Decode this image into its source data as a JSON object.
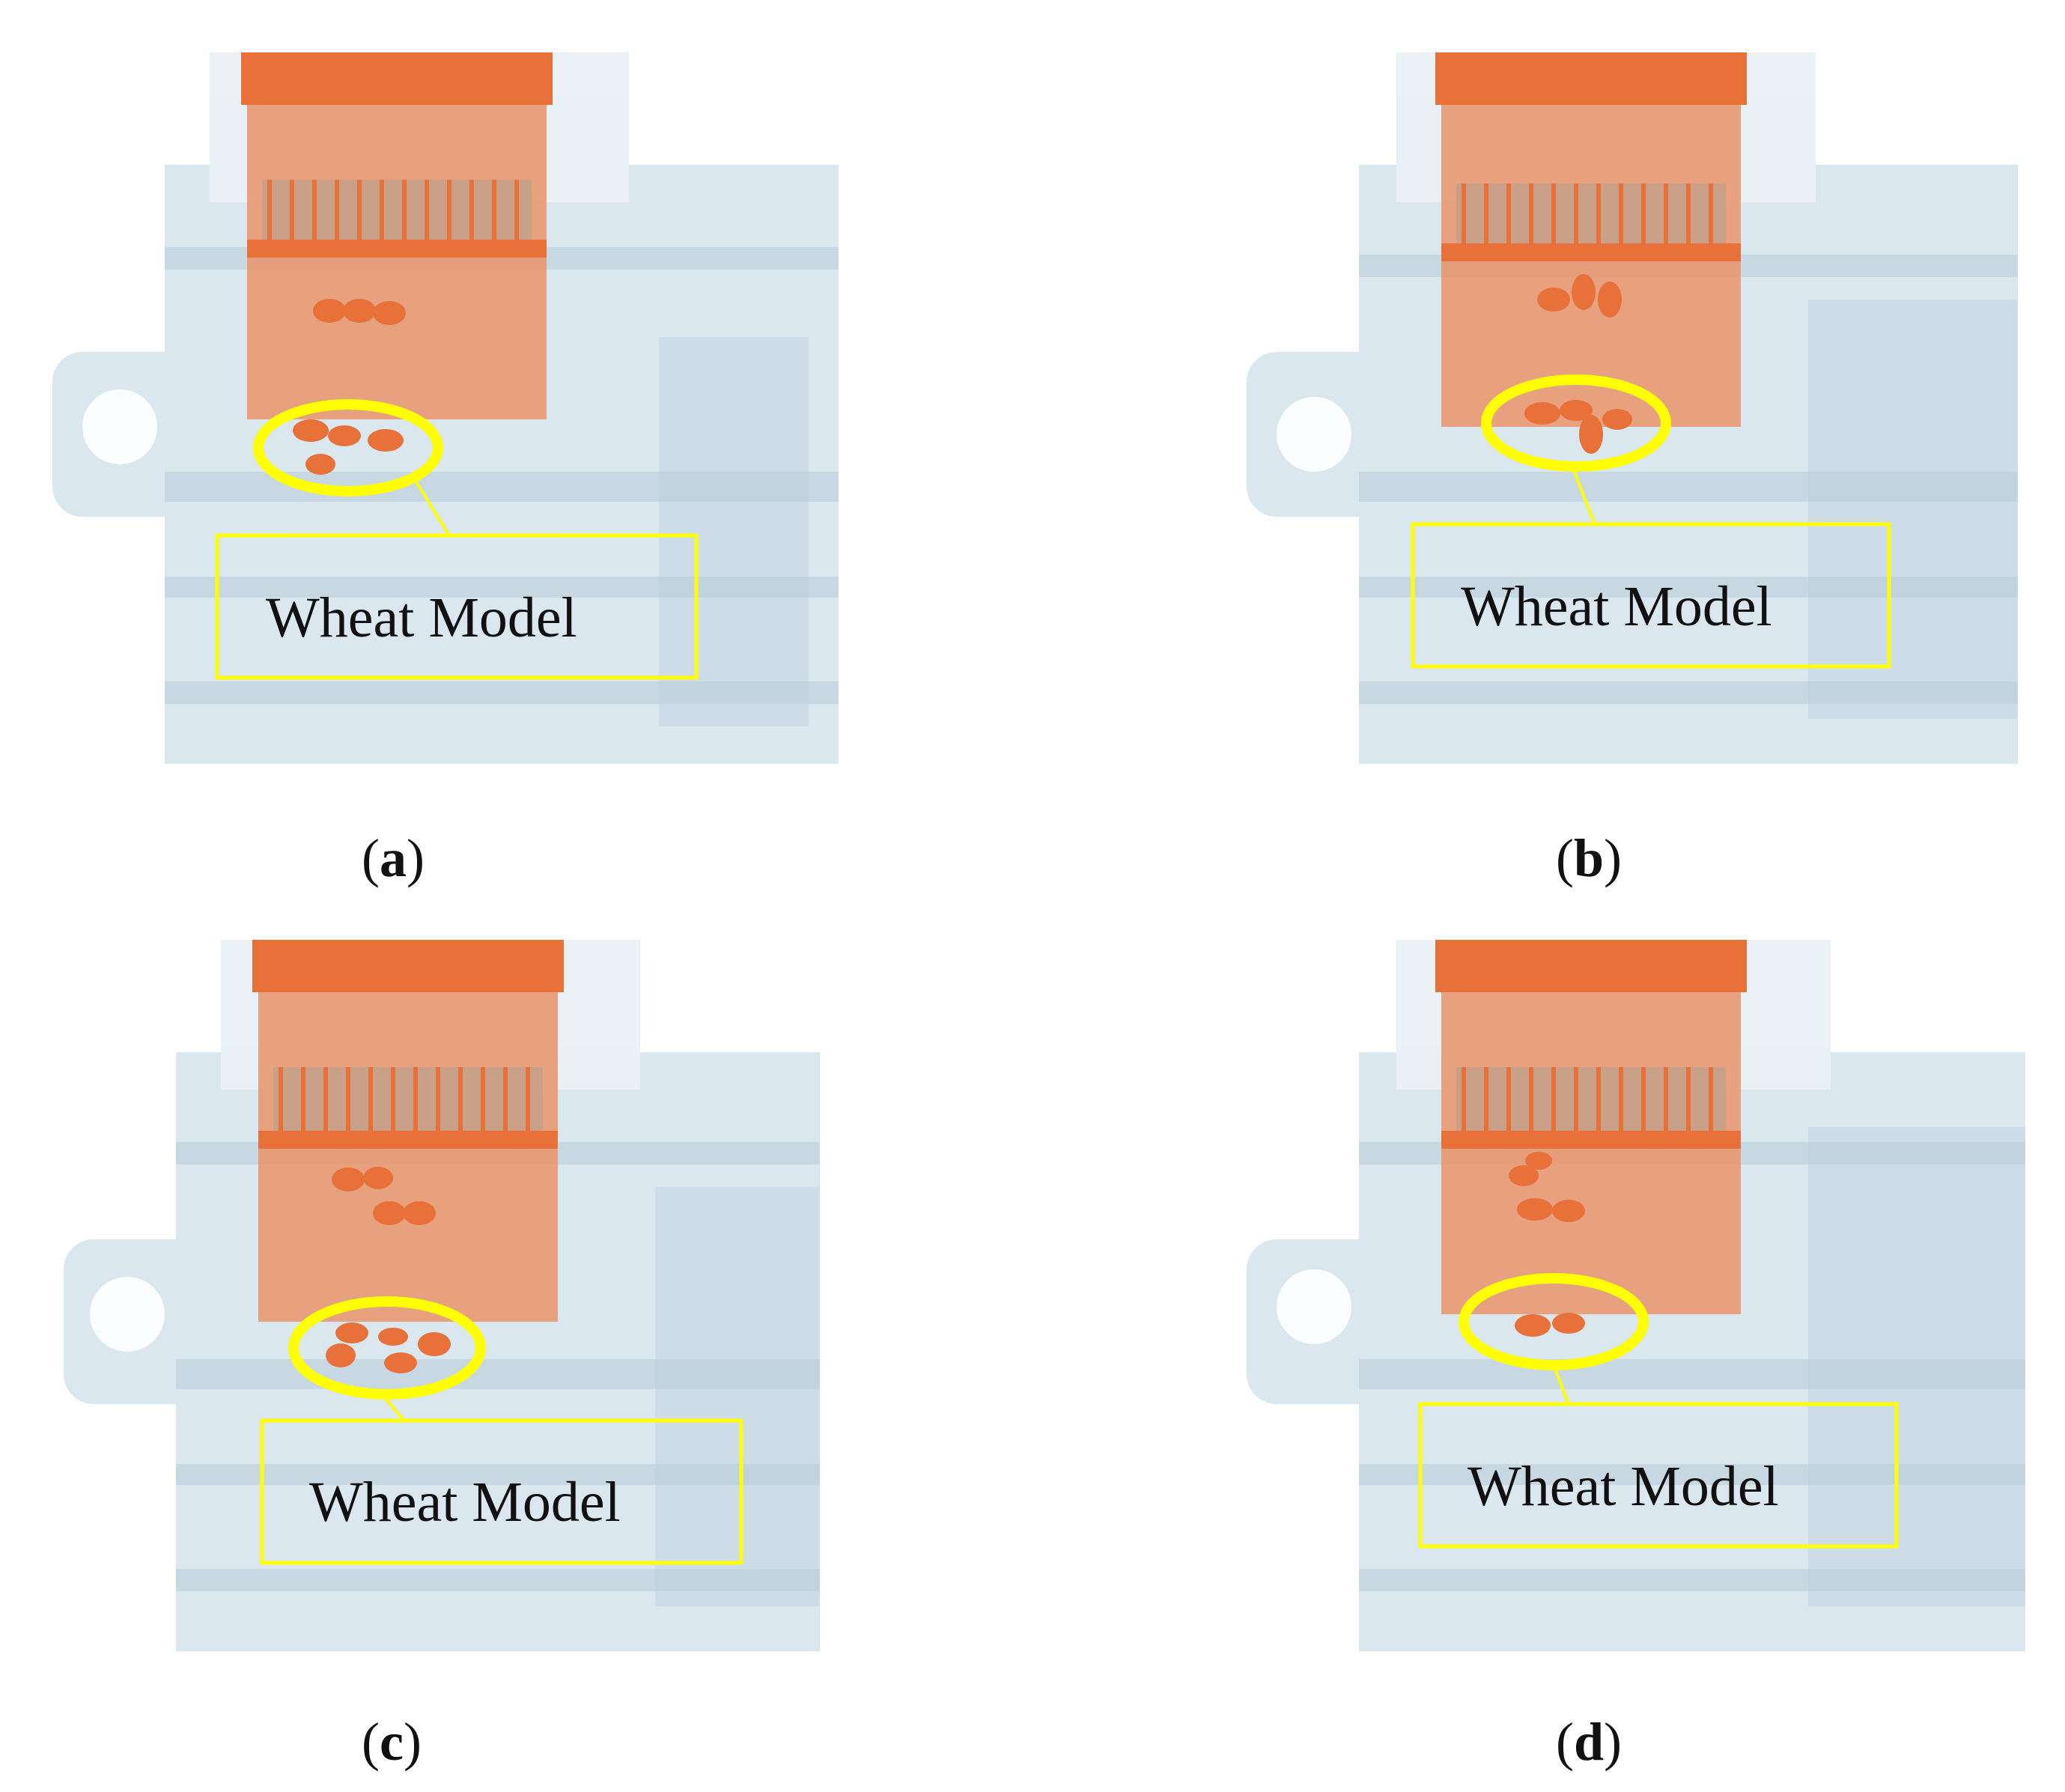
{
  "figure": {
    "accent_color": "#ffff00",
    "grain_color": "#e9763d",
    "housing_color": "#c9dbe6",
    "panels": [
      {
        "id": "a",
        "callout_text": "Wheat Model",
        "caption_letter": "a"
      },
      {
        "id": "b",
        "callout_text": "Wheat Model",
        "caption_letter": "b"
      },
      {
        "id": "c",
        "callout_text": "Wheat Model",
        "caption_letter": "c"
      },
      {
        "id": "d",
        "callout_text": "Wheat Model",
        "caption_letter": "d"
      }
    ]
  }
}
